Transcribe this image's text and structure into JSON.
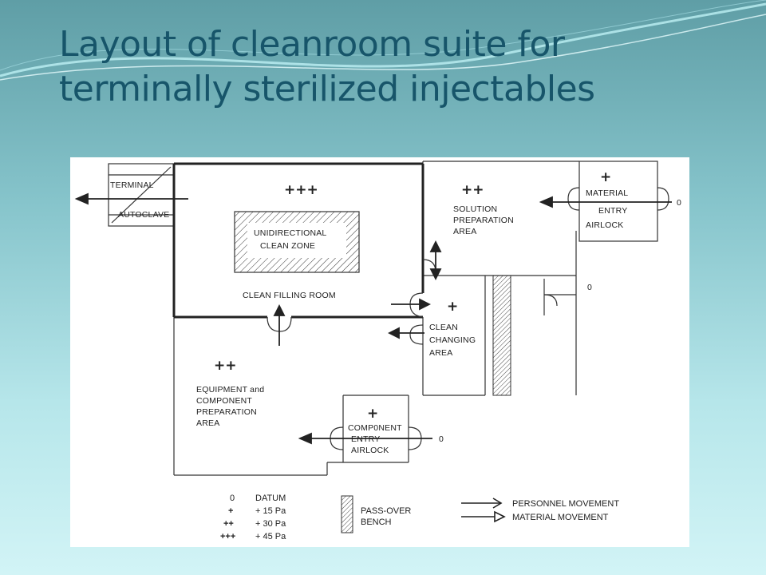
{
  "slide": {
    "title_line1": "Layout of cleanroom suite for",
    "title_line2": "terminally sterilized injectables"
  },
  "colors": {
    "title": "#17556a",
    "panel": "#ffffff",
    "ink": "#222222"
  },
  "diagram": {
    "terminal_autoclave": {
      "line1": "TERMINAL",
      "line2": "AUTOCLAVE"
    },
    "clean_filling_room": {
      "pressure": "+++",
      "label": "CLEAN FILLING ROOM",
      "zone_line1": "UNIDIRECTIONAL",
      "zone_line2": "CLEAN ZONE"
    },
    "solution_preparation": {
      "pressure": "++",
      "line1": "SOLUTION",
      "line2": "PREPARATION",
      "line3": "AREA"
    },
    "material_entry_airlock": {
      "pressure": "+",
      "line1": "MATERIAL",
      "line2": "ENTRY",
      "line3": "AIRLOCK",
      "outside_pressure": "0"
    },
    "corridor_pressure": "0",
    "clean_changing_area": {
      "pressure": "+",
      "line1": "CLEAN",
      "line2": "CHANGING",
      "line3": "AREA"
    },
    "equipment_preparation": {
      "pressure": "++",
      "line1": "EQUIPMENT and",
      "line2": "COMPONENT",
      "line3": "PREPARATION",
      "line4": "AREA"
    },
    "component_entry_airlock": {
      "pressure": "+",
      "line1": "COMP0NENT",
      "line2": "ENTRY",
      "line3": "AIRLOCK",
      "outside_pressure": "0"
    }
  },
  "legend": {
    "pressures": [
      {
        "symbol": "0",
        "label": "DATUM"
      },
      {
        "symbol": "+",
        "label": "+ 15 Pa"
      },
      {
        "symbol": "++",
        "label": "+ 30 Pa"
      },
      {
        "symbol": "+++",
        "label": "+ 45 Pa"
      }
    ],
    "bench_line1": "PASS-OVER",
    "bench_line2": "BENCH",
    "personnel_movement": "PERSONNEL MOVEMENT",
    "material_movement": "MATERIAL MOVEMENT"
  }
}
